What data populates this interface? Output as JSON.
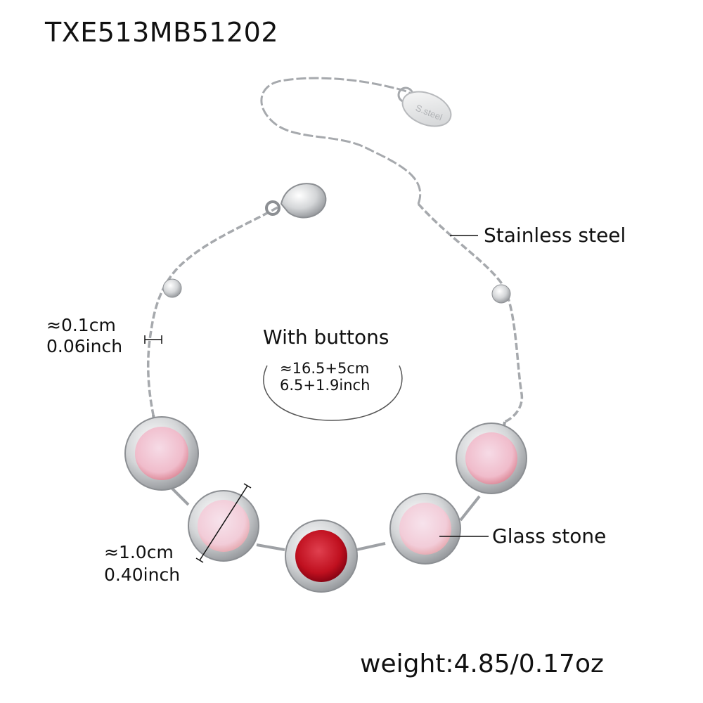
{
  "product": {
    "sku": "TXE513MB51202",
    "tag_engraving": "S.steel",
    "weight": "weight:4.85/0.17oz"
  },
  "annotations": {
    "material_label": "Stainless steel",
    "stone_label": "Glass stone",
    "chain_width": {
      "cm": "≈0.1cm",
      "inch": "0.06inch"
    },
    "stone_diameter": {
      "cm": "≈1.0cm",
      "inch": "0.40inch"
    },
    "length": {
      "title": "With buttons",
      "cm": "≈16.5+5cm",
      "inch": "6.5+1.9inch"
    }
  },
  "stones": [
    {
      "position": "left-upper",
      "color": "#f0b8c8"
    },
    {
      "position": "left-lower",
      "color": "#f3cbd6"
    },
    {
      "position": "center",
      "color": "#c8102e"
    },
    {
      "position": "right-lower",
      "color": "#f3cbd6"
    },
    {
      "position": "right-upper",
      "color": "#f0b0bf"
    }
  ],
  "colors": {
    "metal": "#c9cbcd",
    "metal_dark": "#8c8f93",
    "text": "#111111"
  }
}
